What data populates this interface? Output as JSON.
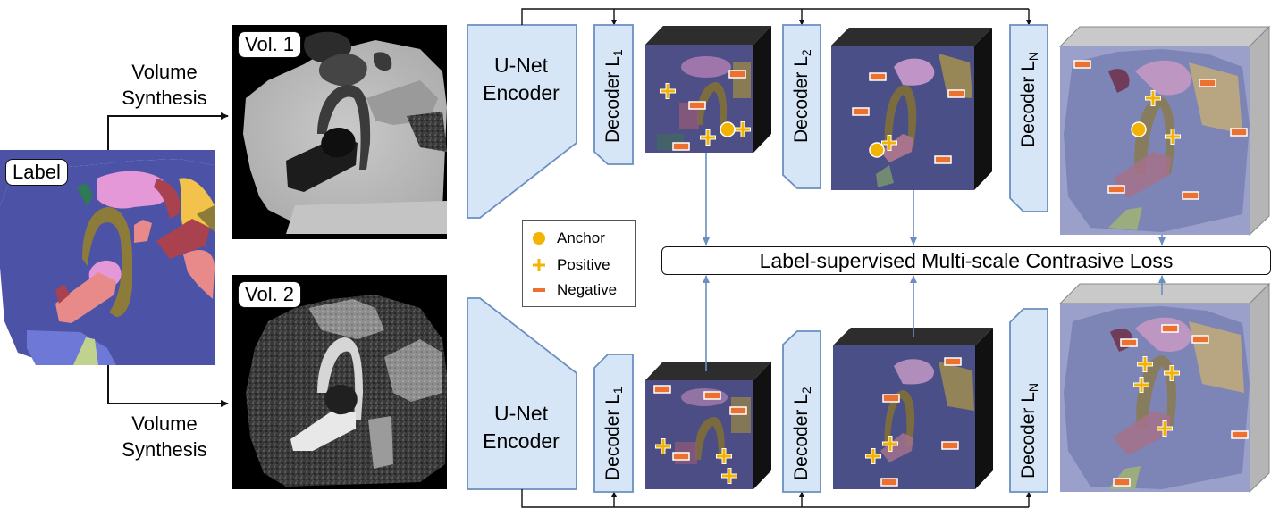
{
  "labels": {
    "label_tag": "Label",
    "vol1_tag": "Vol. 1",
    "vol2_tag": "Vol. 2",
    "volume_synthesis_top": [
      "Volume",
      "Synthesis"
    ],
    "volume_synthesis_bottom": [
      "Volume",
      "Synthesis"
    ],
    "encoder_top": [
      "U-Net",
      "Encoder"
    ],
    "encoder_bottom": [
      "U-Net",
      "Encoder"
    ],
    "decoder_prefix": "Decoder L",
    "decoder_subs": [
      "1",
      "2",
      "N"
    ],
    "loss": "Label-supervised Multi-scale Contrasive Loss"
  },
  "legend": {
    "anchor": "Anchor",
    "positive": "Positive",
    "negative": "Negative"
  },
  "colors": {
    "encoder_fill": "#d6e6f7",
    "encoder_stroke": "#6a8fc0",
    "arrow_blue": "#6a8fc0",
    "anchor": "#f2b400",
    "positive": "#f2b400",
    "negative": "#ec7030",
    "label_bg": "#4c53a6",
    "pink": "#e498d8",
    "salmon": "#e98a8a",
    "olive": "#8d7b3a",
    "yellow": "#f2c24a",
    "brown": "#a9414e"
  }
}
